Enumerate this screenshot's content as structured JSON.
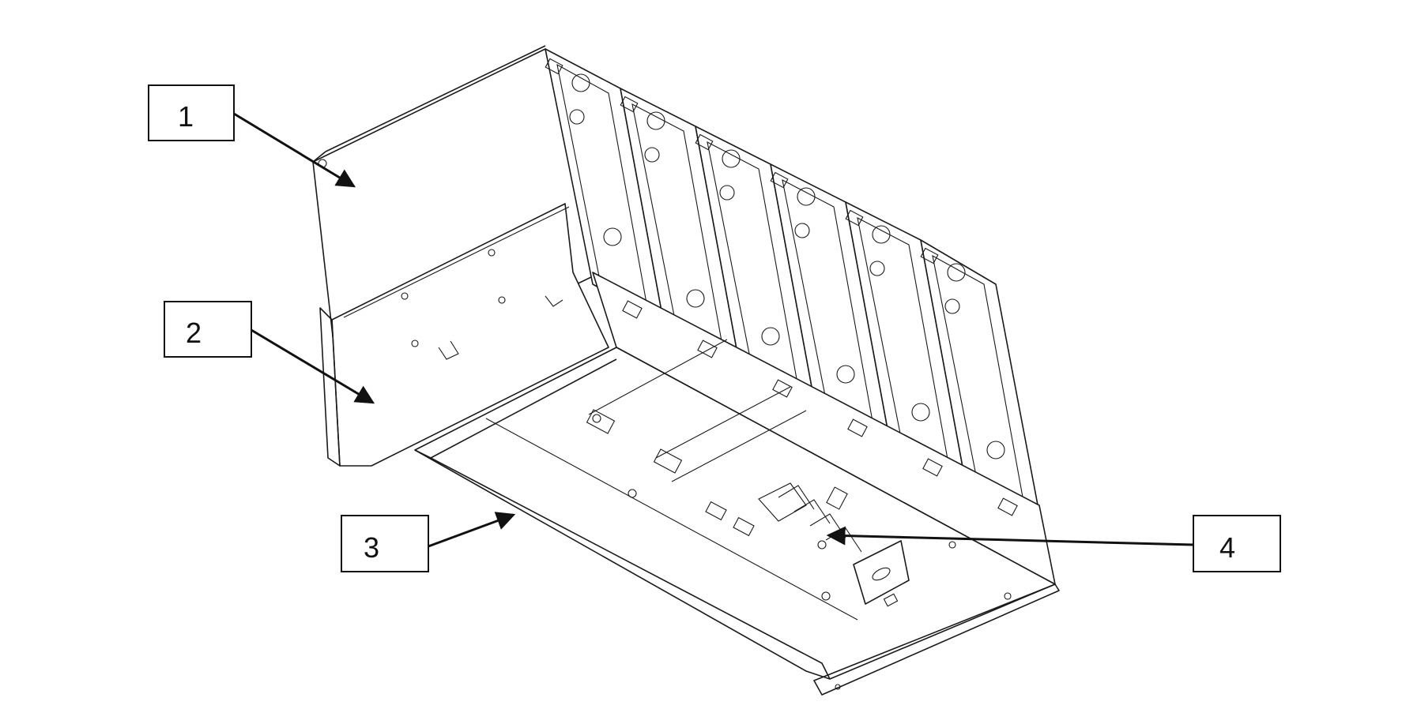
{
  "callouts": [
    {
      "label": "1"
    },
    {
      "label": "2"
    },
    {
      "label": "3"
    },
    {
      "label": "4"
    }
  ],
  "colors": {
    "line": "#1a1a1a",
    "background": "#ffffff"
  }
}
